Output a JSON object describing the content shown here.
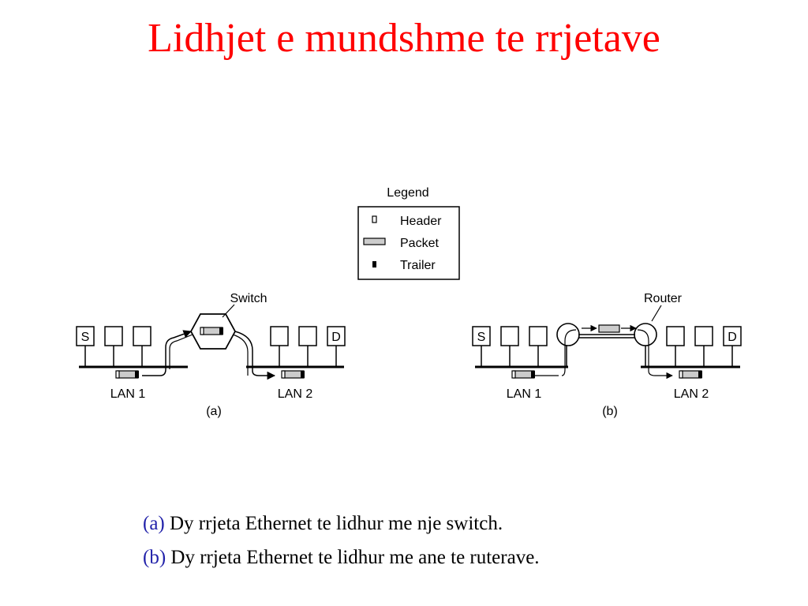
{
  "title": "Lidhjet e mundshme te rrjetave",
  "legend": {
    "title": "Legend",
    "items": [
      {
        "label": "Header",
        "icon": "header-icon"
      },
      {
        "label": "Packet",
        "icon": "packet-icon"
      },
      {
        "label": "Trailer",
        "icon": "trailer-icon"
      }
    ]
  },
  "diagram_a": {
    "device_label": "Switch",
    "source_label": "S",
    "dest_label": "D",
    "lan1_label": "LAN 1",
    "lan2_label": "LAN 2",
    "sublabel": "(a)"
  },
  "diagram_b": {
    "device_label": "Router",
    "source_label": "S",
    "dest_label": "D",
    "lan1_label": "LAN 1",
    "lan2_label": "LAN 2",
    "sublabel": "(b)"
  },
  "captions": [
    {
      "tag": "(a)",
      "text": " Dy rrjeta Ethernet te lidhur me nje switch."
    },
    {
      "tag": "(b)",
      "text": " Dy rrjeta Ethernet te lidhur me ane te ruterave."
    }
  ],
  "colors": {
    "title": "#ff0000",
    "caption_tag": "#2222aa",
    "packet_fill": "#cccccc"
  }
}
